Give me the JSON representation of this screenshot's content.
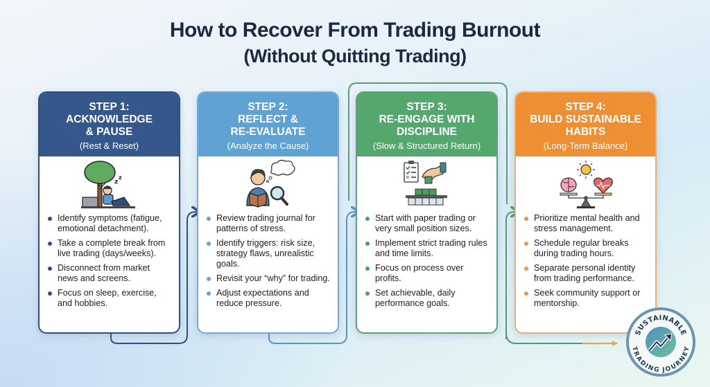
{
  "title": {
    "main": "How to Recover From Trading Burnout",
    "sub": "(Without Quitting Trading)"
  },
  "colors": {
    "step1": "#35588c",
    "step2": "#5fa2d4",
    "step3": "#55a86d",
    "step4": "#ee8f34",
    "title_text": "#1b2a40"
  },
  "steps": [
    {
      "step": "STEP 1:",
      "name_line1": "ACKNOWLEDGE",
      "name_line2": "& PAUSE",
      "subtitle": "(Rest & Reset)",
      "icon": "person-resting-under-tree-icon",
      "bullets": [
        "Identify symptoms (fatigue, emotional detachment).",
        "Take a complete break from live trading (days/weeks).",
        "Disconnect from market news and screens.",
        "Focus on sleep, exercise, and hobbies."
      ]
    },
    {
      "step": "STEP 2:",
      "name_line1": "REFLECT &",
      "name_line2": "RE-EVALUATE",
      "subtitle": "(Analyze the Cause)",
      "icon": "person-reading-magnifier-icon",
      "bullets": [
        "Review trading journal for patterns of stress.",
        "Identify triggers: risk size, strategy flaws, unrealistic goals.",
        "Revisit your “why” for trading.",
        "Adjust expectations and reduce pressure."
      ]
    },
    {
      "step": "STEP 3:",
      "name_line1": "RE-ENGAGE WITH",
      "name_line2": "DISCIPLINE",
      "subtitle": "(Slow & Structured Return)",
      "icon": "checklist-building-blocks-icon",
      "bullets": [
        "Start with paper trading or very small position sizes.",
        "Implement strict trading rules and time limits.",
        "Focus on process over profits.",
        "Set achievable, daily performance goals."
      ]
    },
    {
      "step": "STEP 4:",
      "name_line1": "BUILD SUSTAINABLE",
      "name_line2": "HABITS",
      "subtitle": "(Long-Term Balance)",
      "icon": "brain-heart-balance-scale-icon",
      "bullets": [
        "Prioritize mental health and stress management.",
        "Schedule regular breaks during trading hours.",
        "Separate personal identity from trading performance.",
        "Seek community support or mentorship."
      ]
    }
  ],
  "badge": {
    "top_text": "SUSTAINABLE",
    "bottom_text": "TRADING JOURNEY",
    "icon": "trending-up-arrow-icon"
  }
}
